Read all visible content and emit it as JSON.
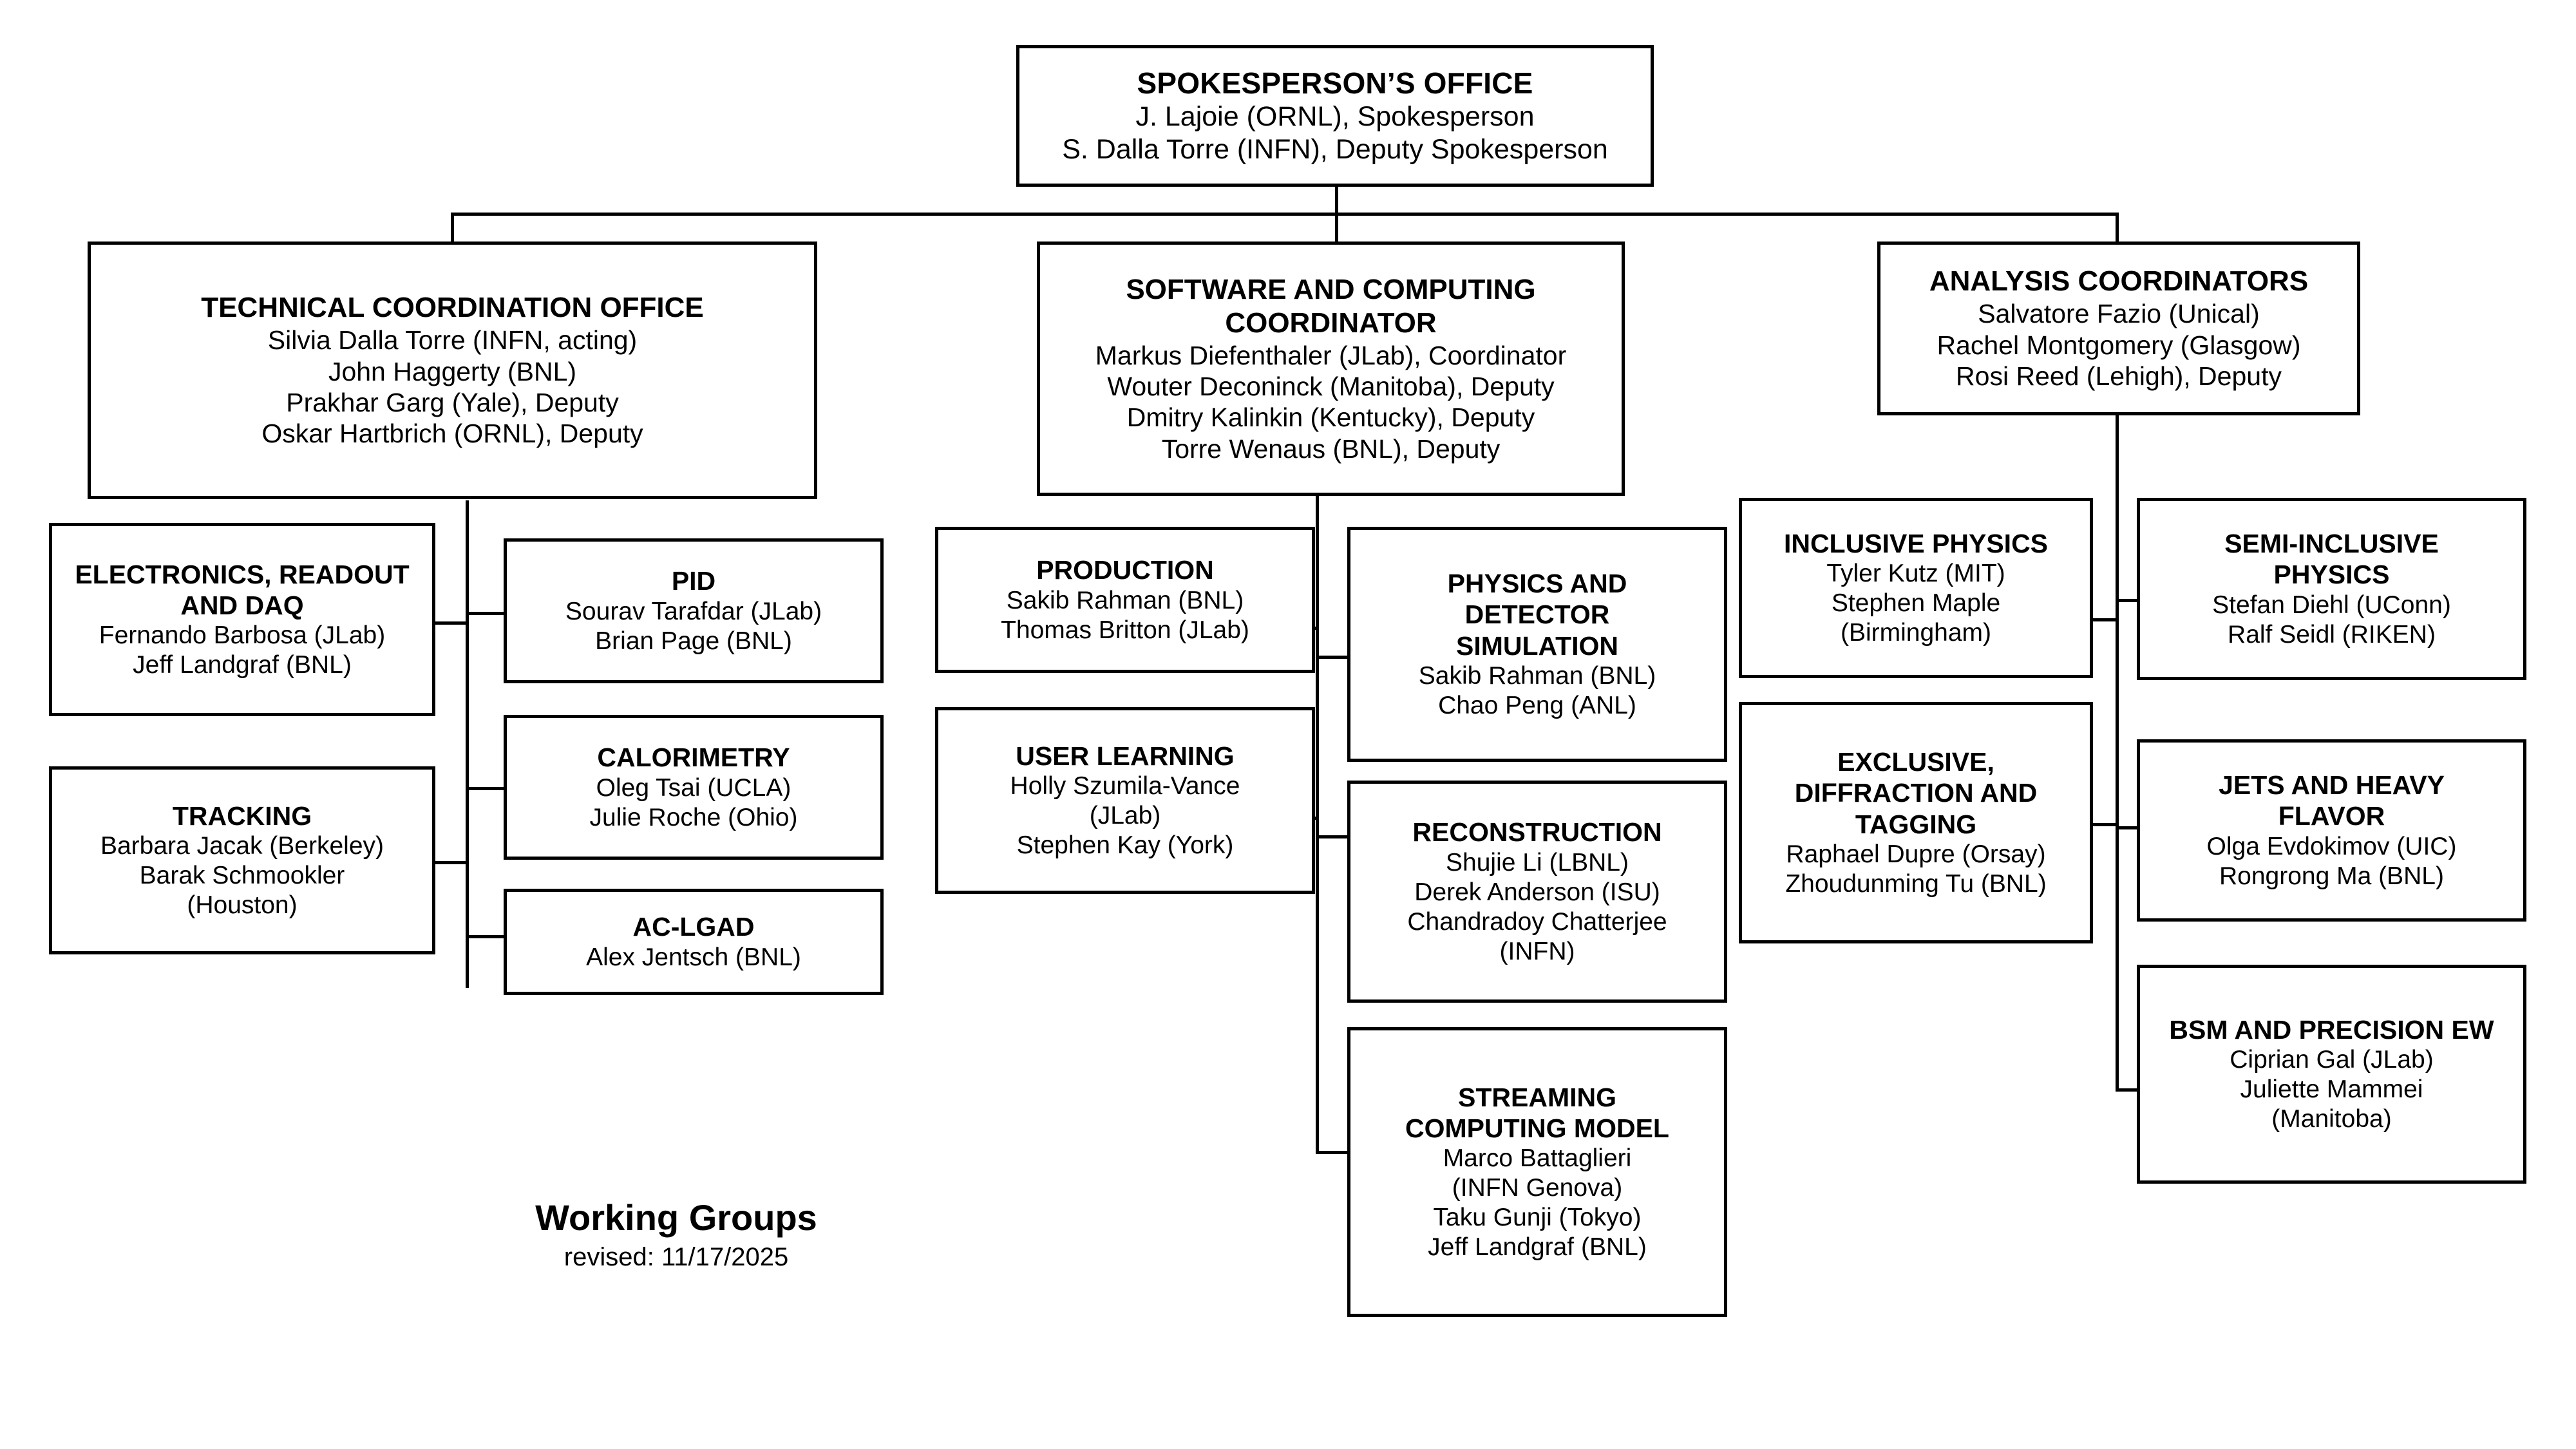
{
  "caption": {
    "title": "Working Groups",
    "revision": "revised: 11/17/2025"
  },
  "nodes": {
    "spokesperson": {
      "title": "SPOKESPERSON’S OFFICE",
      "members": [
        "J. Lajoie (ORNL), Spokesperson",
        "S. Dalla Torre (INFN), Deputy Spokesperson"
      ]
    },
    "technical_coordination": {
      "title": "TECHNICAL COORDINATION OFFICE",
      "members": [
        "Silvia Dalla Torre (INFN, acting)",
        "John Haggerty (BNL)",
        "Prakhar Garg (Yale), Deputy",
        "Oskar Hartbrich (ORNL), Deputy"
      ]
    },
    "software_computing": {
      "title": "SOFTWARE AND COMPUTING COORDINATOR",
      "members": [
        "Markus Diefenthaler (JLab), Coordinator",
        "Wouter Deconinck (Manitoba), Deputy",
        "Dmitry Kalinkin (Kentucky), Deputy",
        "Torre Wenaus (BNL), Deputy"
      ]
    },
    "analysis_coordinators": {
      "title": "ANALYSIS COORDINATORS",
      "members": [
        "Salvatore Fazio (Unical)",
        "Rachel Montgomery (Glasgow)",
        "Rosi Reed (Lehigh), Deputy"
      ]
    },
    "electronics": {
      "title": "ELECTRONICS, READOUT AND DAQ",
      "members": [
        "Fernando Barbosa (JLab)",
        "Jeff Landgraf (BNL)"
      ]
    },
    "tracking": {
      "title": "TRACKING",
      "members": [
        "Barbara Jacak (Berkeley)",
        "Barak Schmookler",
        "(Houston)"
      ]
    },
    "pid": {
      "title": "PID",
      "members": [
        "Sourav Tarafdar (JLab)",
        "Brian Page (BNL)"
      ]
    },
    "calorimetry": {
      "title": "CALORIMETRY",
      "members": [
        "Oleg Tsai (UCLA)",
        "Julie Roche (Ohio)"
      ]
    },
    "ac_lgad": {
      "title": "AC-LGAD",
      "members": [
        "Alex Jentsch (BNL)"
      ]
    },
    "production": {
      "title": "PRODUCTION",
      "members": [
        "Sakib Rahman (BNL)",
        "Thomas Britton (JLab)"
      ]
    },
    "user_learning": {
      "title": "USER LEARNING",
      "members": [
        "Holly Szumila-Vance",
        "(JLab)",
        "Stephen Kay (York)"
      ]
    },
    "physics_detector_simulation": {
      "title": "PHYSICS AND DETECTOR SIMULATION",
      "members": [
        "Sakib Rahman (BNL)",
        "Chao Peng (ANL)"
      ]
    },
    "reconstruction": {
      "title": "RECONSTRUCTION",
      "members": [
        "Shujie Li (LBNL)",
        "Derek Anderson (ISU)",
        "Chandradoy Chatterjee",
        "(INFN)"
      ]
    },
    "streaming_computing_model": {
      "title": "STREAMING COMPUTING MODEL",
      "members": [
        "Marco Battaglieri",
        "(INFN Genova)",
        "Taku Gunji (Tokyo)",
        "Jeff Landgraf (BNL)"
      ]
    },
    "inclusive_physics": {
      "title": "INCLUSIVE PHYSICS",
      "members": [
        "Tyler Kutz (MIT)",
        "Stephen Maple",
        "(Birmingham)"
      ]
    },
    "exclusive_diffraction_tagging": {
      "title": "EXCLUSIVE, DIFFRACTION AND TAGGING",
      "members": [
        "Raphael Dupre (Orsay)",
        "Zhoudunming Tu (BNL)"
      ]
    },
    "semi_inclusive_physics": {
      "title": "SEMI-INCLUSIVE PHYSICS",
      "members": [
        "Stefan Diehl (UConn)",
        "Ralf Seidl (RIKEN)"
      ]
    },
    "jets_heavy_flavor": {
      "title": "JETS AND HEAVY FLAVOR",
      "members": [
        "Olga Evdokimov (UIC)",
        "Rongrong Ma (BNL)"
      ]
    },
    "bsm_precision_ew": {
      "title": "BSM AND PRECISION EW",
      "members": [
        "Ciprian Gal (JLab)",
        "Juliette Mammei",
        "(Manitoba)"
      ]
    }
  },
  "colors": {
    "border": "#000000",
    "background": "#ffffff",
    "text": "#000000"
  }
}
